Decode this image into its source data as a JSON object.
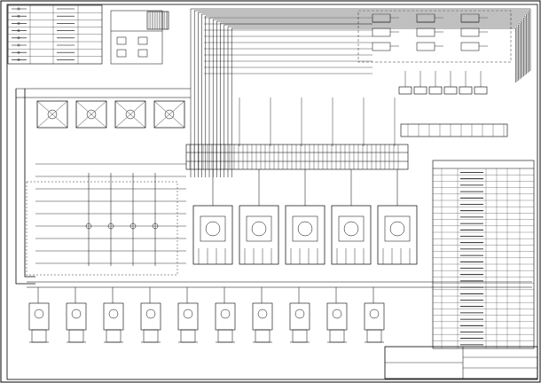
{
  "drawing": {
    "type": "hvac-chilled-water-system-schematic",
    "ink_color": "#000000",
    "paper_color": "#ffffff",
    "equipment_counts": {
      "cooling_towers": 4,
      "chiller_units": 5,
      "pumps": 10,
      "ceiling_terminal_units": 6
    }
  },
  "title_block": {
    "firm_name": "",
    "project_name": "",
    "drawing_title": "",
    "drawing_number": ""
  },
  "equipment_table": {
    "title": "",
    "rows": 28
  },
  "legend": {
    "rows": 8
  }
}
